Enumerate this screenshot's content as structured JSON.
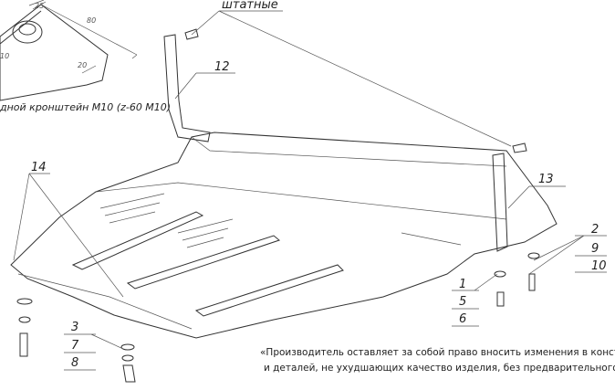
{
  "inset": {
    "dimensions": {
      "d1": "25",
      "d2": "80",
      "d3": "20",
      "d4": "10"
    },
    "caption": "дной кронштейн М10 (z-60 М10)"
  },
  "callouts": {
    "standard": "штатные",
    "c12": "12",
    "c13": "13",
    "c14": "14",
    "c2": "2",
    "c9": "9",
    "c10": "10",
    "c1": "1",
    "c5": "5",
    "c6": "6",
    "c3": "3",
    "c7": "7",
    "c8": "8"
  },
  "note": {
    "line1": "«Производитель оставляет за собой право вносить изменения в конструкцию",
    "line2": "и деталей, не ухудшающих качество изделия, без предварительного уведомл"
  }
}
